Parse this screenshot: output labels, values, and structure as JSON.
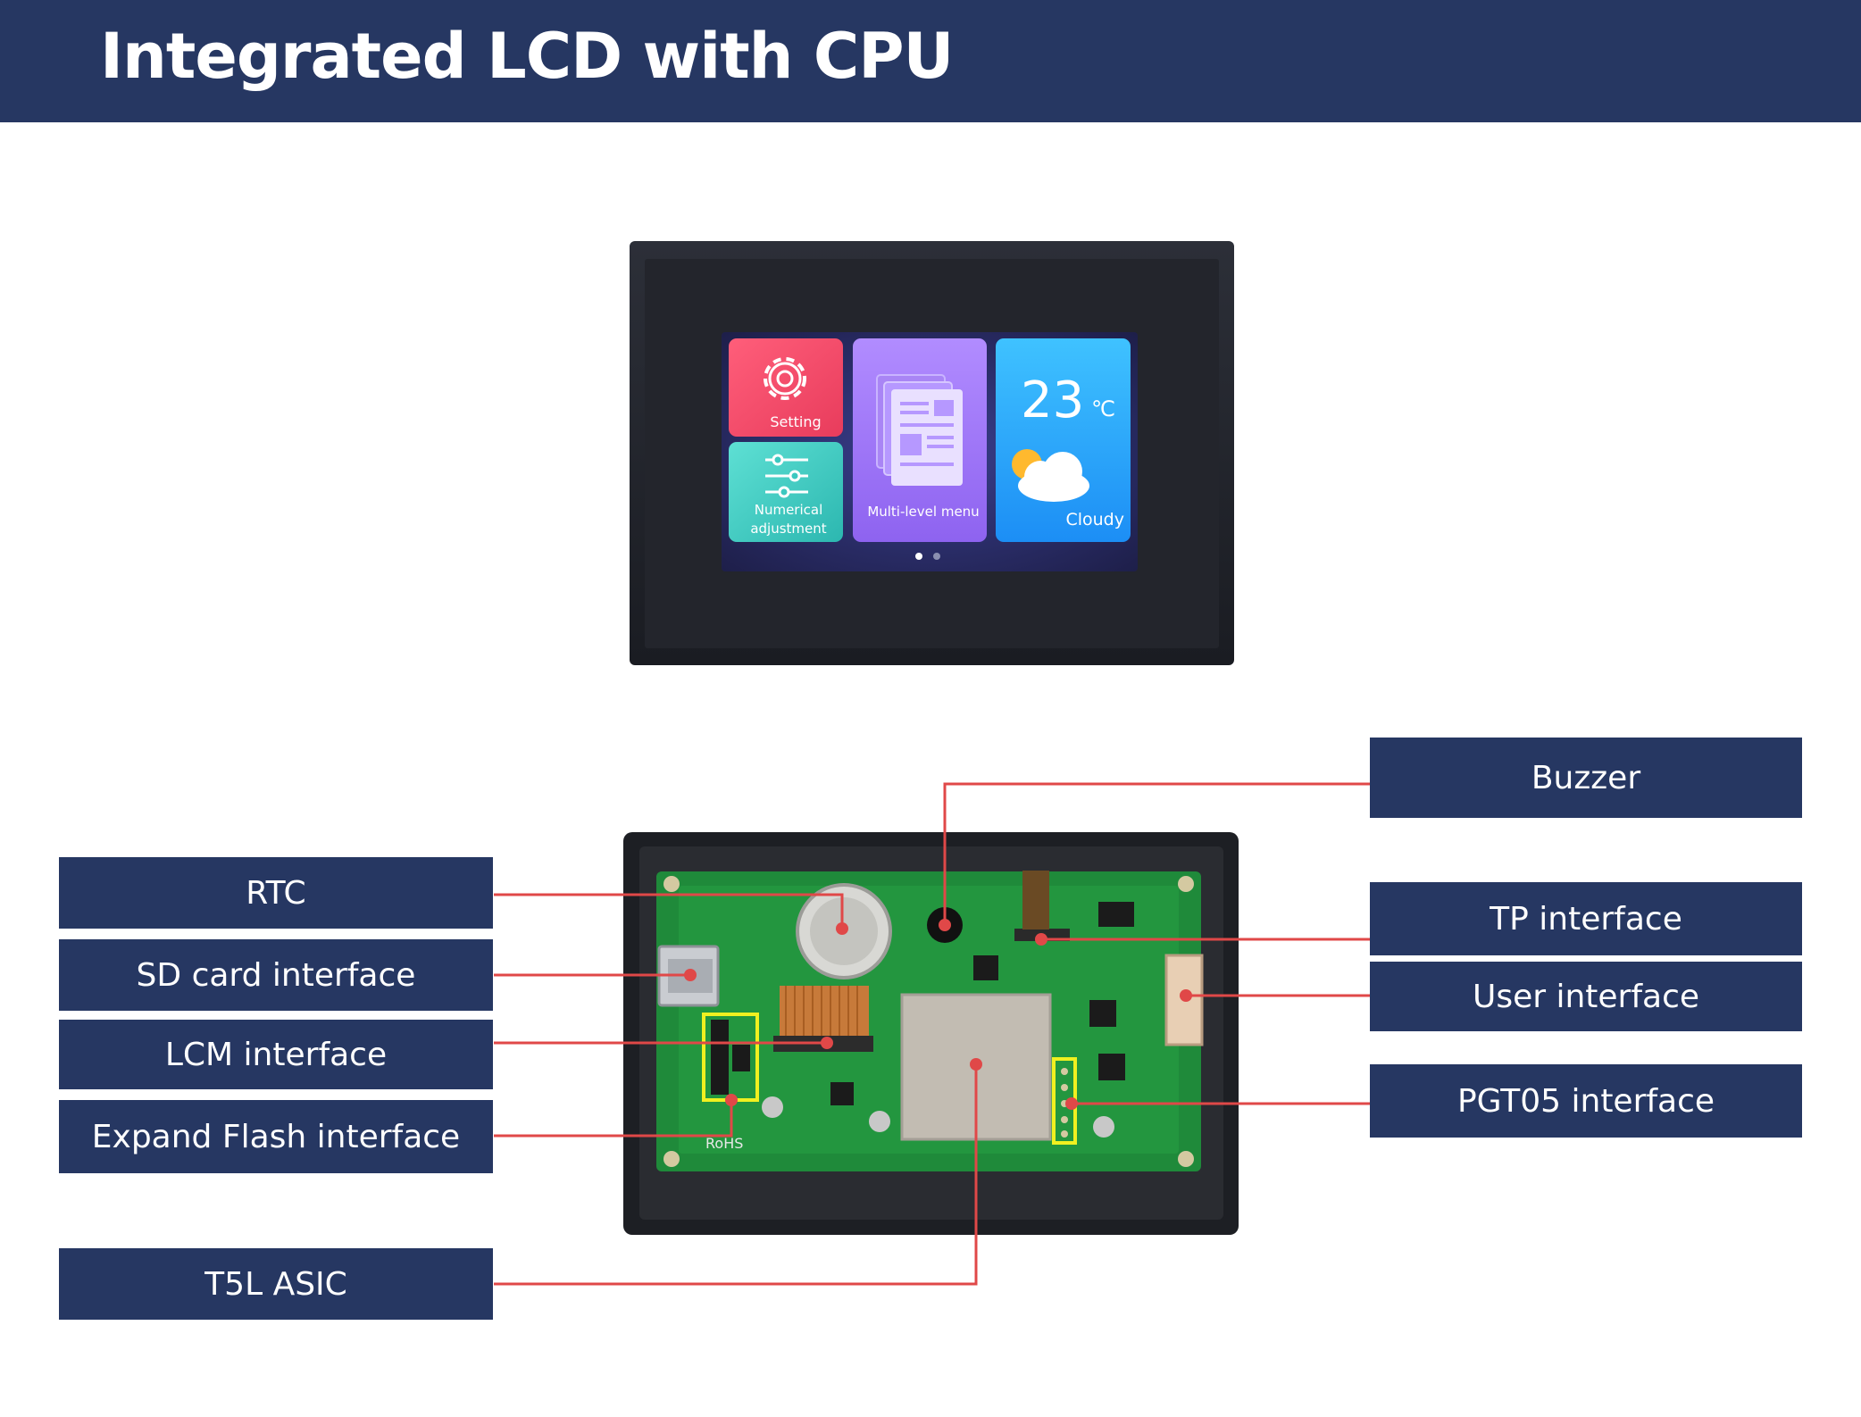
{
  "header": {
    "title": "Integrated LCD with CPU"
  },
  "screen": {
    "tile_setting": "Setting",
    "tile_numerical_line1": "Numerical",
    "tile_numerical_line2": "adjustment",
    "tile_menu": "Multi-level menu",
    "weather_temp": "23",
    "weather_unit": "℃",
    "weather_desc": "Cloudy"
  },
  "board": {
    "rohs_mark": "RoHS"
  },
  "labels": {
    "rtc": "RTC",
    "sd_card": "SD card interface",
    "lcm": "LCM interface",
    "expand_flash": "Expand Flash interface",
    "t5l": "T5L ASIC",
    "buzzer": "Buzzer",
    "tp": "TP interface",
    "user": "User interface",
    "pgt05": "PGT05 interface"
  },
  "colors": {
    "header_bg": "#263762",
    "label_bg": "#263762",
    "leader_line": "#e04848",
    "pcb_green": "#1f8a3a"
  }
}
